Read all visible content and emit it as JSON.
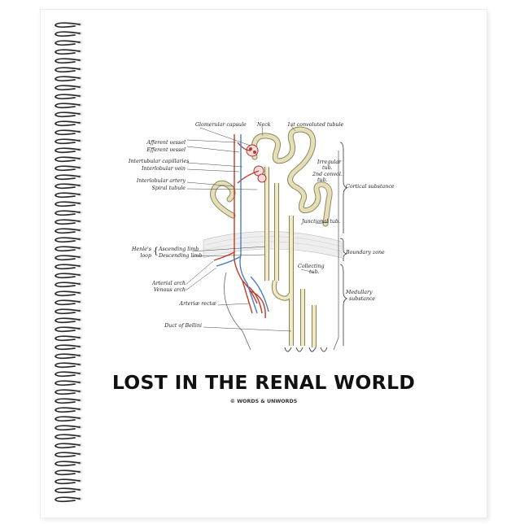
{
  "product": {
    "title": "LOST IN THE RENAL WORLD",
    "copyright": "© WORDS & UNWORDS"
  },
  "diagram_labels": {
    "glomerular_capsule": "Glomerular capsule",
    "neck": "Neck",
    "first_convoluted_tubule": "1st convoluted tubule",
    "afferent_vessel": "Afferent vessel",
    "efferent_vessel": "Efferent vessel",
    "intertubular_capillaries": "Intertubular capillaries",
    "interlobular_vein": "Interlobular vein",
    "interlobular_artery": "Interlobular artery",
    "spiral_tubule": "Spiral tubule",
    "irregular_tub": "Irregular",
    "irregular_tub_2": "tub.",
    "second_convol_tub": "2nd convol.",
    "second_convol_tub_2": "tub.",
    "cortical_substance": "Cortical substance",
    "junctional_tub": "Junctional tub.",
    "boundary_zone": "Boundary zone",
    "henles_loop_1": "Henle's",
    "henles_loop_2": "loop",
    "ascending_limb": "Ascending limb",
    "descending_limb": "Descending limb",
    "collecting_tub": "Collecting",
    "collecting_tub_2": "tub.",
    "arterial_arch": "Arterial arch",
    "venous_arch": "Venous arch",
    "medullary_substance_1": "Medullary",
    "medullary_substance_2": "substance",
    "arteriae_rectae": "Arteriæ rectæ",
    "duct_of_bellini": "Duct of Bellini"
  },
  "colors": {
    "artery": "#c0392b",
    "vein": "#4a7fc1",
    "tubule": "#d9d3a8",
    "outline": "#444444"
  }
}
